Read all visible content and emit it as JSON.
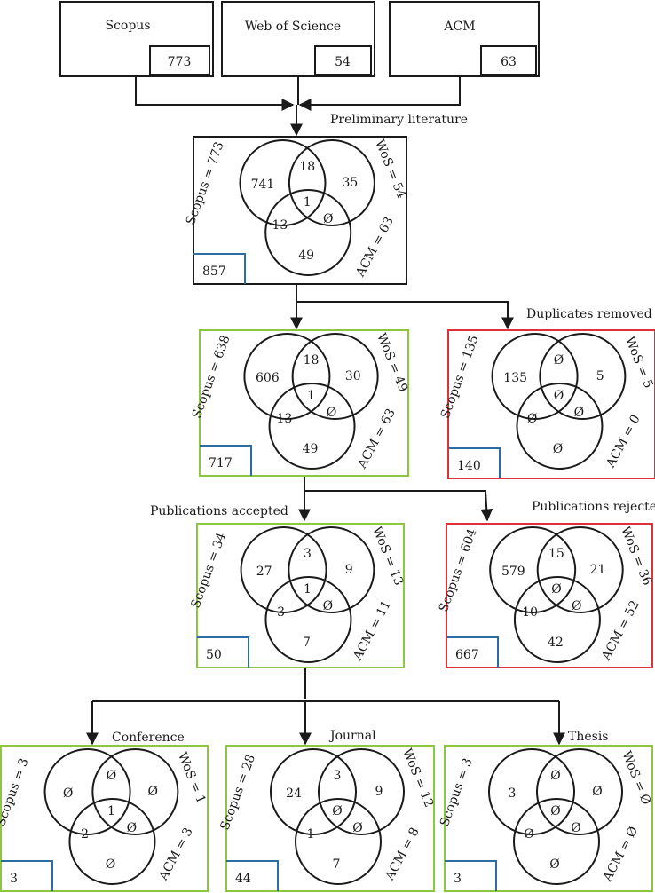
{
  "sources": [
    {
      "label": "Scopus",
      "count": "773"
    },
    {
      "label": "Web of Science",
      "count": "54"
    },
    {
      "label": "ACM",
      "count": "63"
    }
  ],
  "captions": {
    "preliminary": "Preliminary literature",
    "duplicates": "Duplicates removed",
    "accepted": "Publications accepted",
    "rejected": "Publications rejected",
    "conference": "Conference",
    "journal": "Journal",
    "thesis": "Thesis"
  },
  "venns": [
    {
      "id": "preliminary",
      "total": "857",
      "scopus": "Scopus = 773",
      "wos": "WoS = 54",
      "acm": "ACM = 63",
      "regions": {
        "s": "741",
        "sw": "18",
        "w": "35",
        "swa": "1",
        "sa": "13",
        "wa": "Ø",
        "a": "49"
      }
    },
    {
      "id": "after-duplicates",
      "total": "717",
      "scopus": "Scopus = 638",
      "wos": "WoS = 49",
      "acm": "ACM = 63",
      "regions": {
        "s": "606",
        "sw": "18",
        "w": "30",
        "swa": "1",
        "sa": "13",
        "wa": "Ø",
        "a": "49"
      }
    },
    {
      "id": "duplicates",
      "total": "140",
      "scopus": "Scopus = 135",
      "wos": "WoS = 5",
      "acm": "ACM = 0",
      "regions": {
        "s": "135",
        "sw": "Ø",
        "w": "5",
        "swa": "Ø",
        "sa": "Ø",
        "wa": "Ø",
        "a": "Ø"
      }
    },
    {
      "id": "accepted",
      "total": "50",
      "scopus": "Scopus = 34",
      "wos": "WoS = 13",
      "acm": "ACM = 11",
      "regions": {
        "s": "27",
        "sw": "3",
        "w": "9",
        "swa": "1",
        "sa": "3",
        "wa": "Ø",
        "a": "7"
      }
    },
    {
      "id": "rejected",
      "total": "667",
      "scopus": "Scopus = 604",
      "wos": "WoS = 36",
      "acm": "ACM = 52",
      "regions": {
        "s": "579",
        "sw": "15",
        "w": "21",
        "swa": "Ø",
        "sa": "10",
        "wa": "Ø",
        "a": "42"
      }
    },
    {
      "id": "conference",
      "total": "3",
      "scopus": "Scopus = 3",
      "wos": "WoS = 1",
      "acm": "ACM = 3",
      "regions": {
        "s": "Ø",
        "sw": "Ø",
        "w": "Ø",
        "swa": "1",
        "sa": "2",
        "wa": "Ø",
        "a": "Ø"
      }
    },
    {
      "id": "journal",
      "total": "44",
      "scopus": "Scopus = 28",
      "wos": "WoS = 12",
      "acm": "ACM = 8",
      "regions": {
        "s": "24",
        "sw": "3",
        "w": "9",
        "swa": "Ø",
        "sa": "1",
        "wa": "Ø",
        "a": "7"
      }
    },
    {
      "id": "thesis",
      "total": "3",
      "scopus": "Scopus = 3",
      "wos": "WoS = Ø",
      "acm": "ACM = Ø",
      "regions": {
        "s": "3",
        "sw": "Ø",
        "w": "Ø",
        "swa": "Ø",
        "sa": "Ø",
        "wa": "Ø",
        "a": "Ø"
      }
    }
  ],
  "colors": {
    "neutral": "#1a1a1a",
    "accepted": "#8dc63f",
    "rejected": "#e0303a",
    "count_box": "#2e6da4"
  }
}
